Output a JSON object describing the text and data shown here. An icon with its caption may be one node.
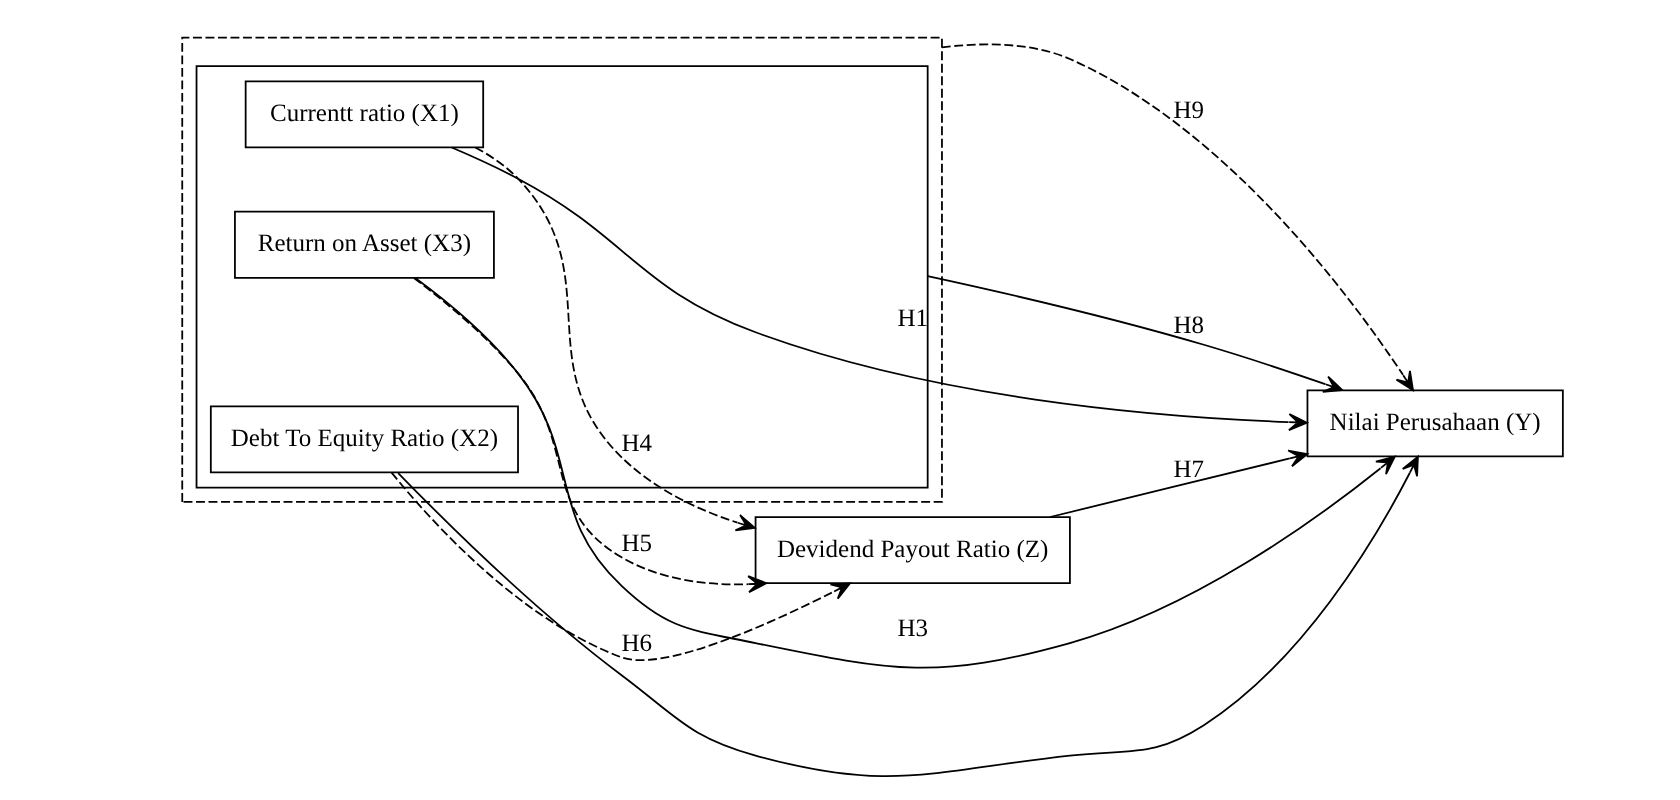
{
  "diagram": {
    "nodes": [
      {
        "text": [],
        "shape": "box"
      },
      {
        "text": [],
        "shape": "box",
        "in": 0
      },
      {
        "text": [
          "Currentt ratio (X1)"
        ],
        "in": 1
      },
      {
        "text": [
          "Debt To Equity Ratio (X2)"
        ],
        "in": 1
      },
      {
        "text": [
          "Return on Asset (X3)"
        ],
        "in": 1
      },
      {
        "text": [
          "Devidend Payout Ratio (Z)"
        ]
      },
      {
        "text": [
          "Nilai Perusahaan (Y)"
        ]
      }
    ],
    "edges": [
      {
        "from": 2,
        "to": 6,
        "arrow": "to",
        "label": "H1"
      },
      {
        "from": 2,
        "to": 5,
        "arrow": "to",
        "label": "H4",
        "style": "dashed"
      },
      {
        "from": 3,
        "to": 5,
        "arrow": "to",
        "label": "H6",
        "style": "dashed"
      },
      {
        "from": 4,
        "to": 5,
        "arrow": "to",
        "label": "H5",
        "style": "dashed"
      },
      {
        "from": 4,
        "to": 6,
        "arrow": "to",
        "label": "H3"
      },
      {
        "from": 5,
        "to": 6,
        "arrow": "to",
        "label": "H7"
      },
      {
        "from": 0,
        "to": 6,
        "arrow": "to",
        "label": "H9",
        "style": "dashed"
      },
      {
        "from": 1,
        "to": 6,
        "arrow": "to",
        "label": "H8"
      },
      {
        "from": 3,
        "to": 6,
        "arrow": "to"
      }
    ]
  }
}
